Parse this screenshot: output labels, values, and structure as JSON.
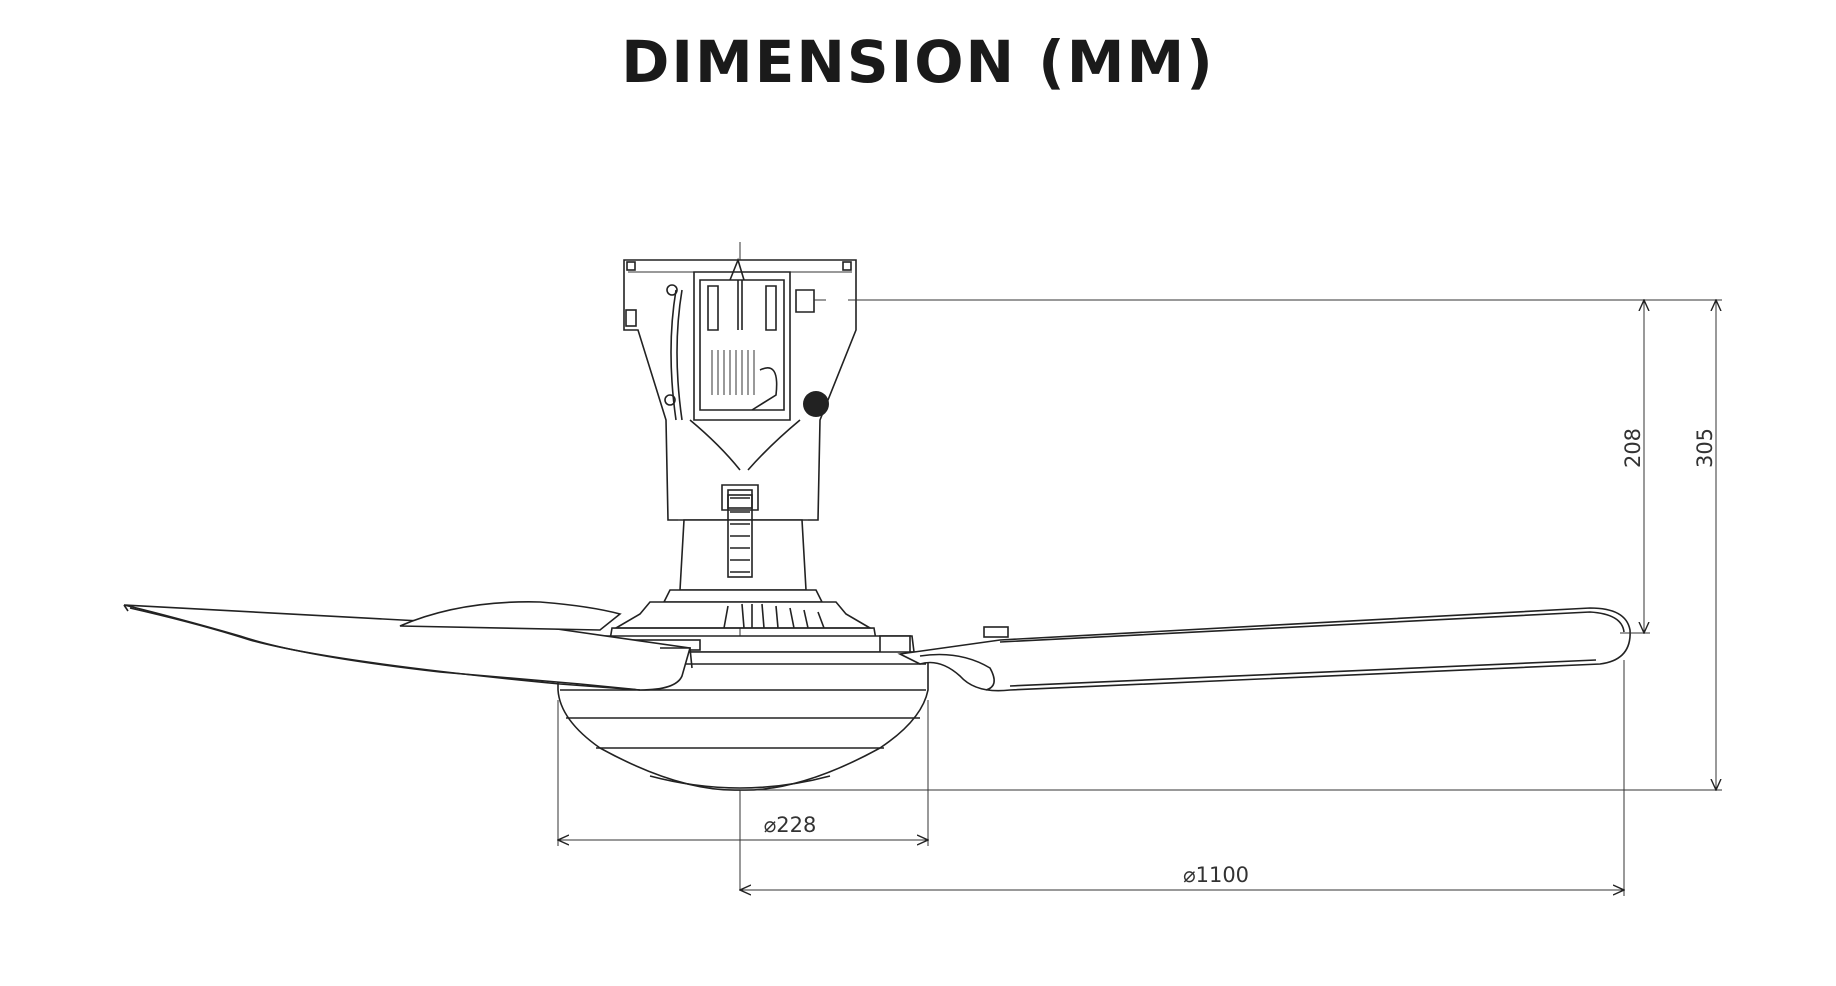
{
  "title": "DIMENSION (MM)",
  "dimensions": {
    "height_downrod": "208",
    "height_total": "305",
    "diameter_body": "⌀228",
    "diameter_sweep": "⌀1100"
  },
  "colors": {
    "line": "#222222",
    "text": "#1a1a1a",
    "background": "#ffffff"
  }
}
